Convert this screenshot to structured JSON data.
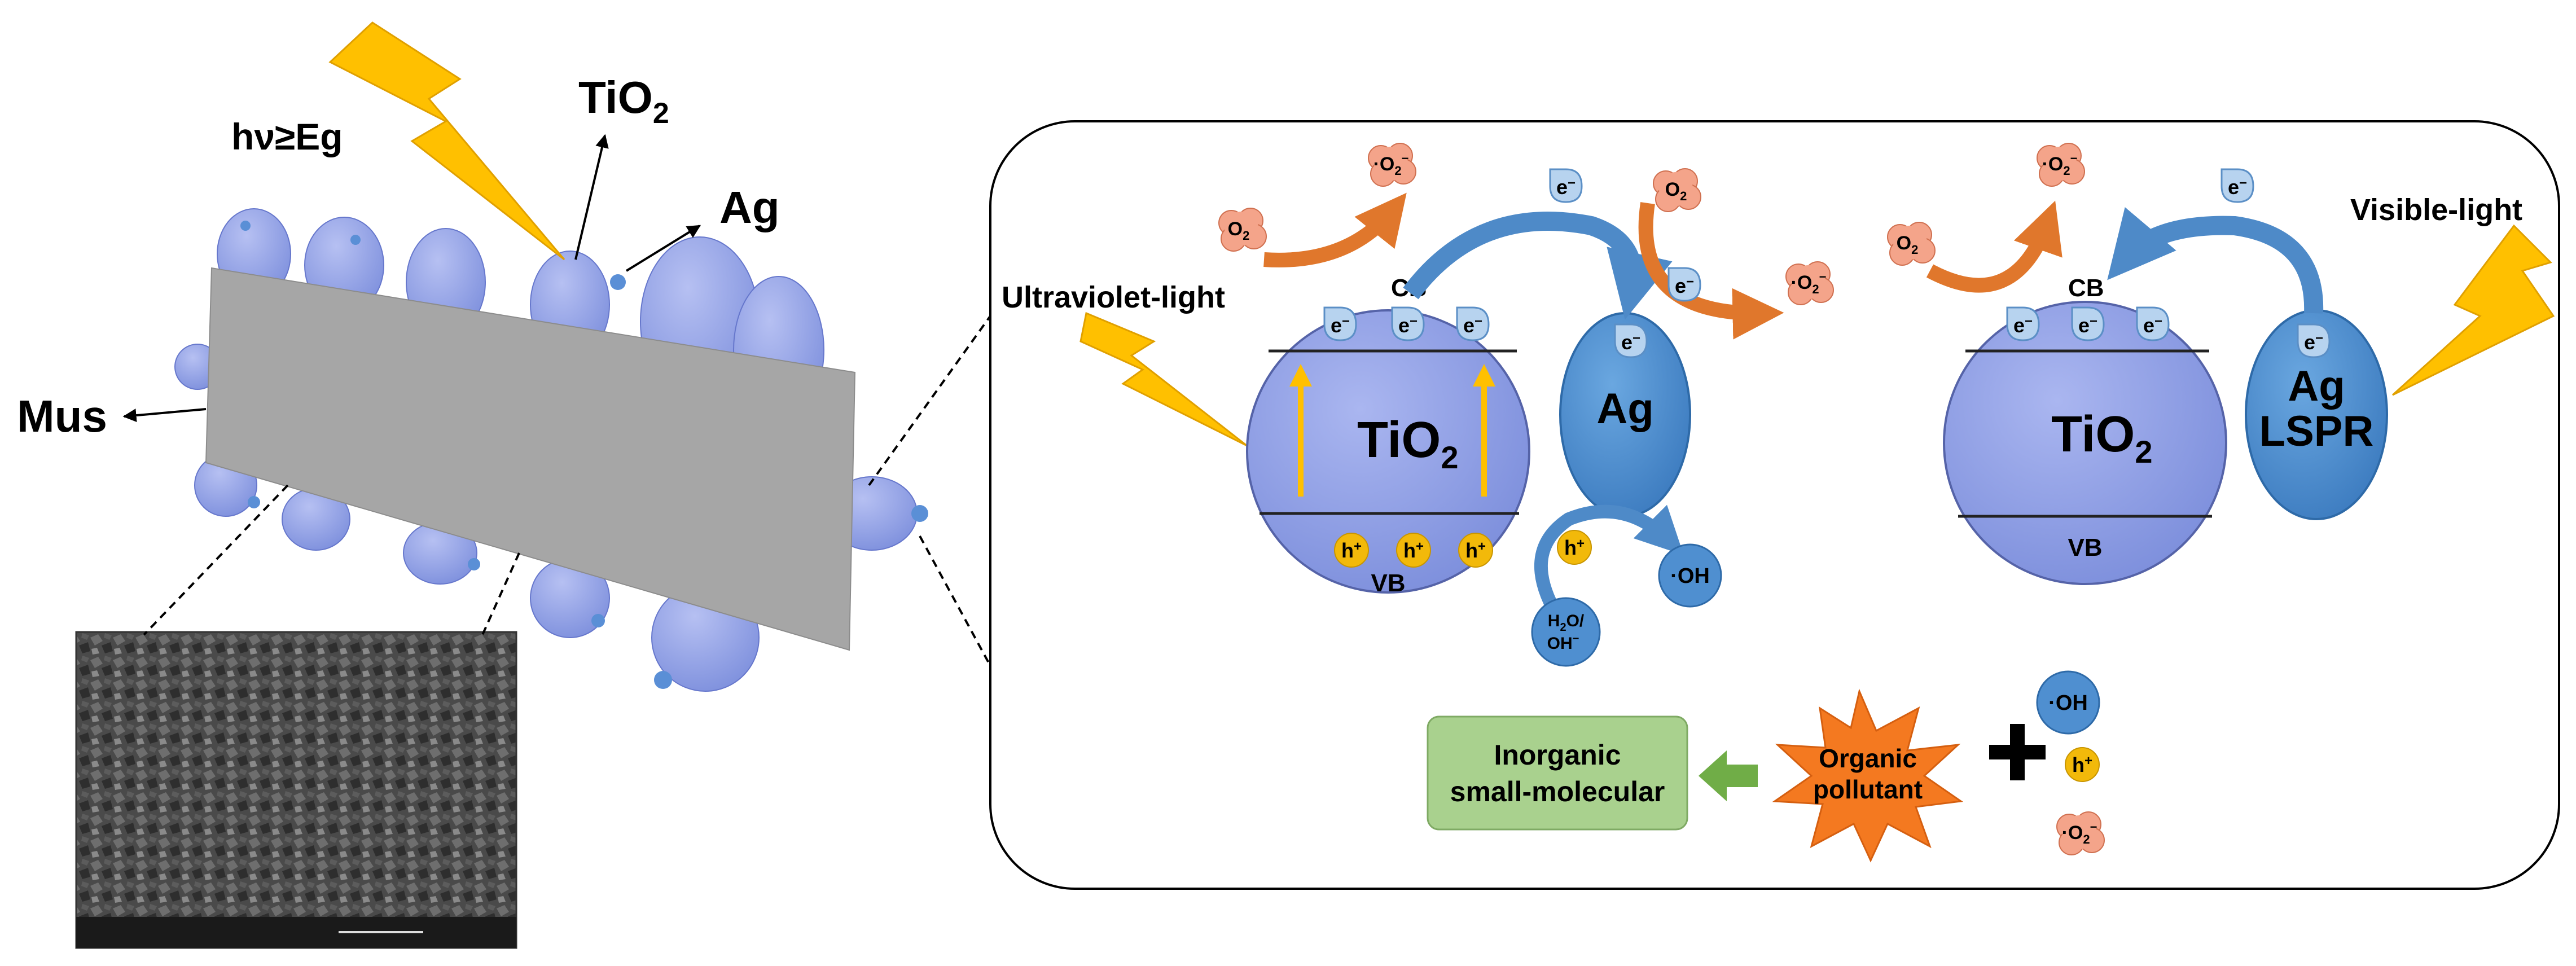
{
  "left": {
    "light_label": "hν≥Eg",
    "tio2_label": "TiO",
    "tio2_sub": "2",
    "ag_label": "Ag",
    "mus_label": "Mus"
  },
  "uv_panel": {
    "light_label": "Ultraviolet-light",
    "cb_label": "CB",
    "vb_label": "VB",
    "tio2_label": "TiO",
    "tio2_sub": "2",
    "ag_label": "Ag",
    "o2_label": "O",
    "o2_sub": "2",
    "superoxide_label": "·O",
    "superoxide_sub": "2",
    "superoxide_sup": "−",
    "electron_label": "e",
    "electron_sup": "−",
    "hole_label": "h",
    "hole_sup": "+",
    "oh_label": "·OH",
    "h2o_line1": "H",
    "h2o_sub": "2",
    "h2o_line1_end": "O/",
    "h2o_line2": "OH",
    "h2o_line2_sup": "−"
  },
  "vis_panel": {
    "light_label": "Visible-light",
    "cb_label": "CB",
    "vb_label": "VB",
    "tio2_label": "TiO",
    "tio2_sub": "2",
    "ag_label": "Ag",
    "lspr_label": "LSPR",
    "o2_label": "O",
    "o2_sub": "2",
    "superoxide_label": "·O",
    "superoxide_sub": "2",
    "superoxide_sup": "−",
    "electron_label": "e",
    "electron_sup": "−"
  },
  "bottom": {
    "product_line1": "Inorganic",
    "product_line2": "small-molecular",
    "pollutant_line1": "Organic",
    "pollutant_line2": "pollutant",
    "oh_label": "·OH",
    "hole_label": "h",
    "hole_sup": "+",
    "superoxide_label": "·O",
    "superoxide_sub": "2",
    "superoxide_sup": "−"
  },
  "colors": {
    "sphere": "#8fa0e6",
    "ag": "#4f8fd0",
    "bolt": "#ffc000",
    "hole": "#f2b90a",
    "electron": "#b7d3ef",
    "o2": "#f4a48a",
    "arrow_orange": "#e0772c",
    "arrow_blue": "#4e8ac8",
    "product_box": "#a9d18e",
    "star": "#f47920",
    "sheet": "#a6a6a6"
  }
}
